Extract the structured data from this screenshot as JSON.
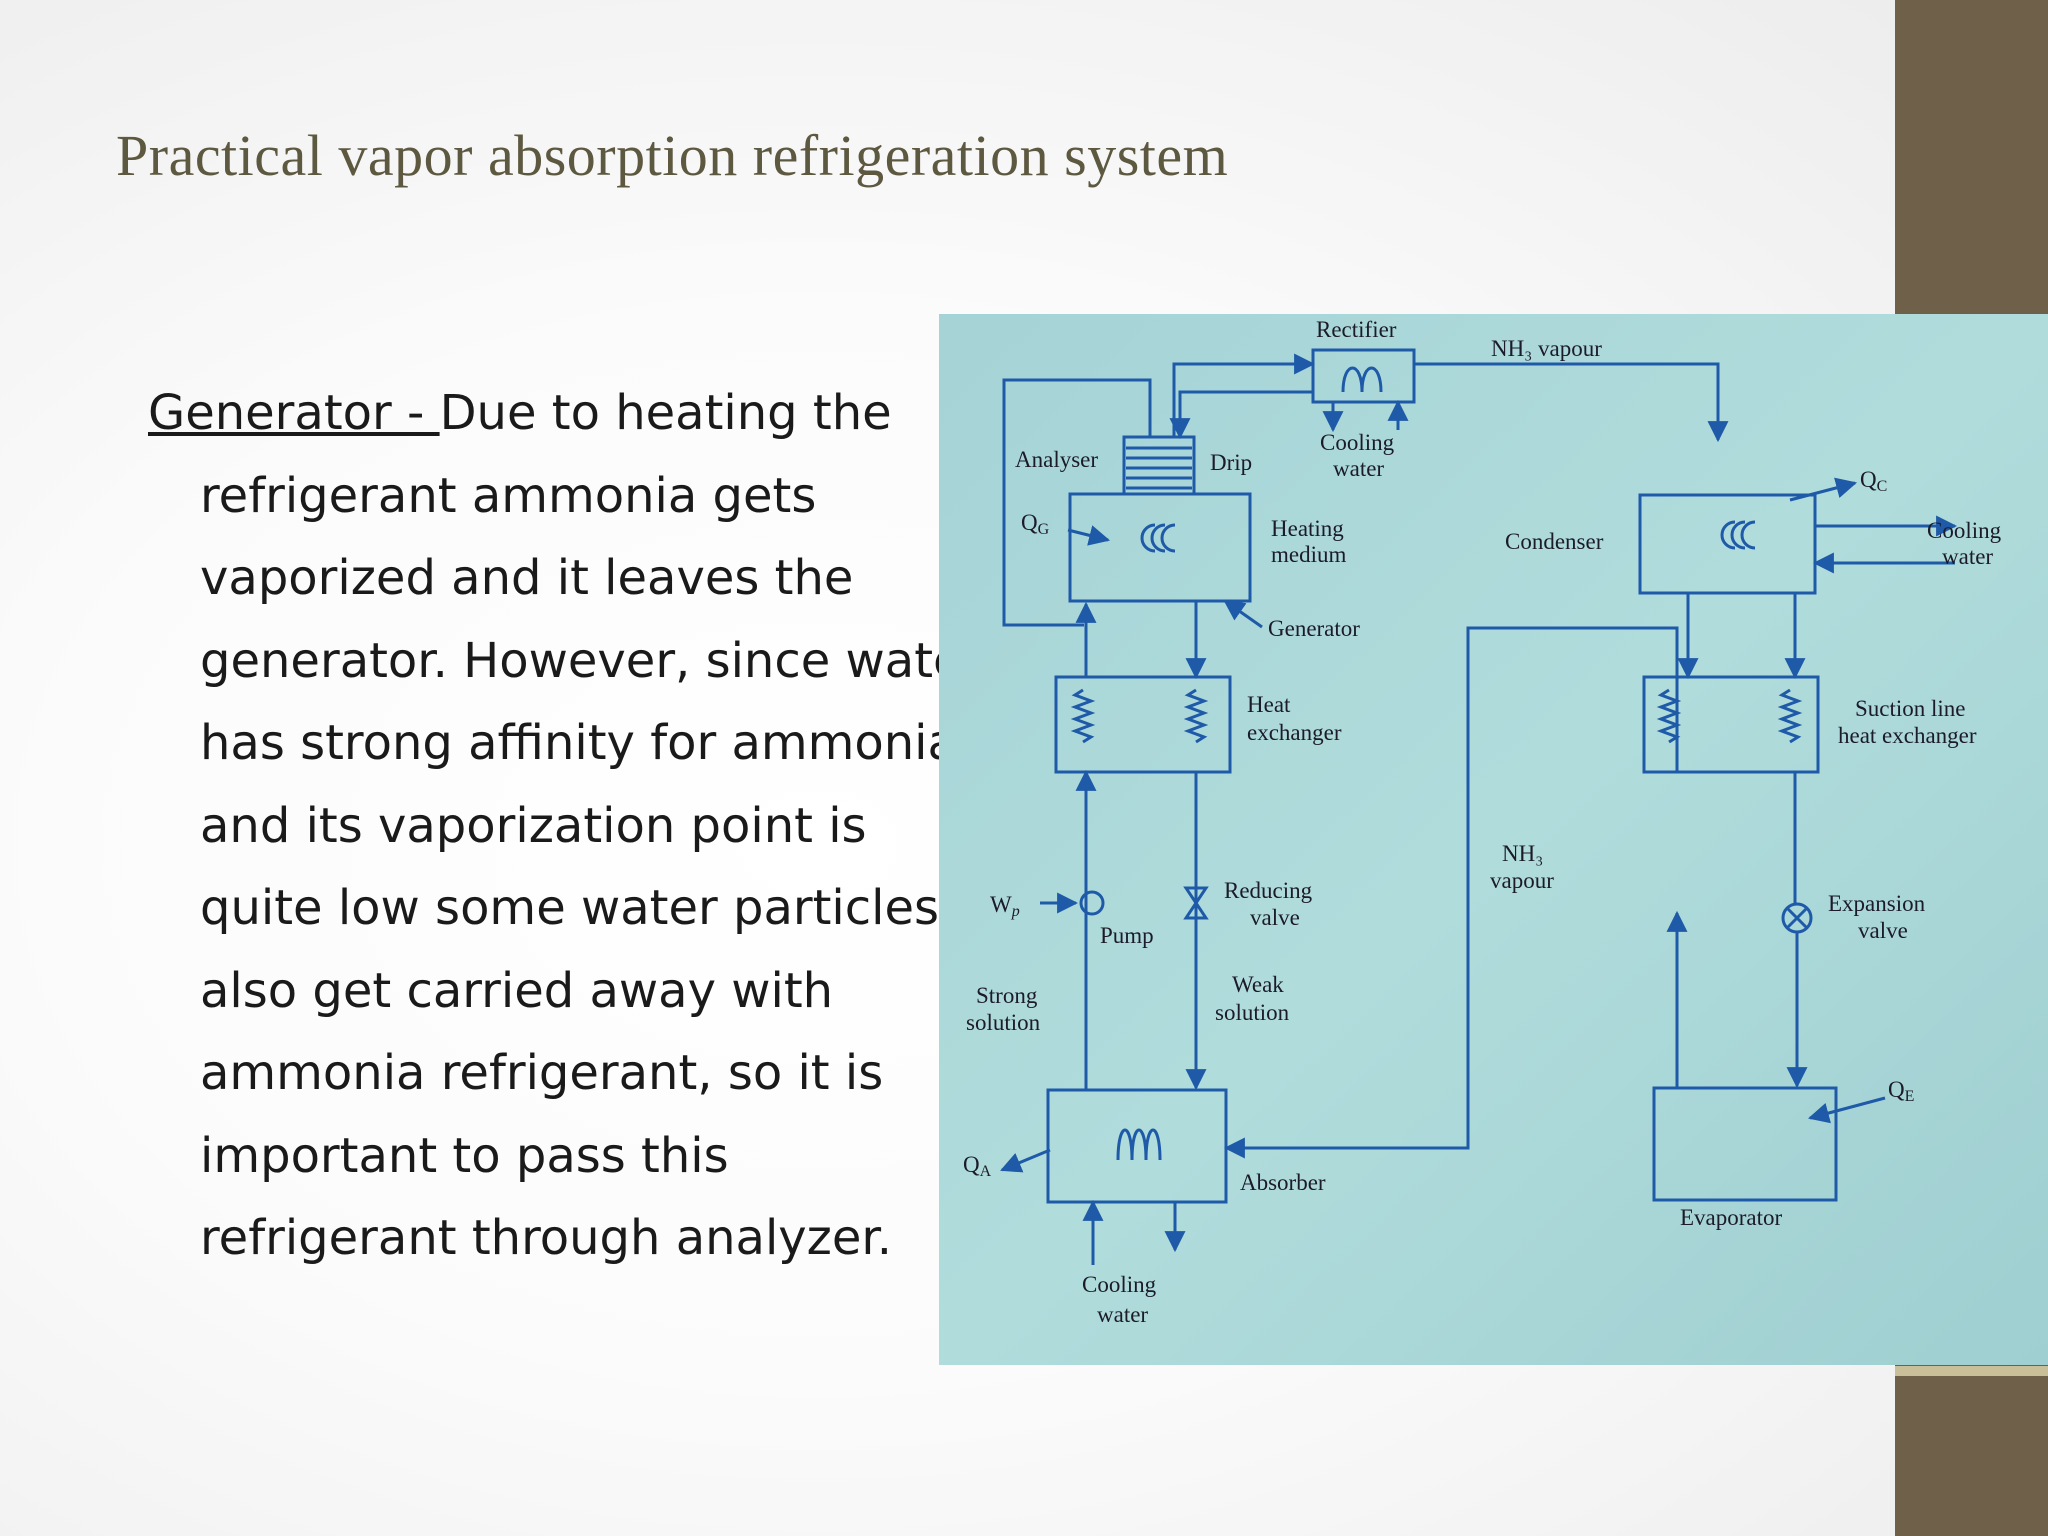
{
  "slide": {
    "title": "Practical vapor absorption refrigeration system",
    "paragraph": {
      "term": "Generator - ",
      "text": "Due to heating the refrigerant ammonia gets vaporized and it leaves the generator. However, since water has strong affinity for ammonia and its vaporization point is quite low some water particles also get carried away with ammonia refrigerant, so it is important to pass this refrigerant through analyzer."
    }
  },
  "diagram": {
    "labels": {
      "rectifier": "Rectifier",
      "nh3_vapour_top": "NH₃ vapour",
      "analyser": "Analyser",
      "drip": "Drip",
      "cooling_water_rectifier_1": "Cooling",
      "cooling_water_rectifier_2": "water",
      "qg": "Q",
      "qg_sub": "G",
      "heating_medium_1": "Heating",
      "heating_medium_2": "medium",
      "condenser": "Condenser",
      "qc": "Q",
      "qc_sub": "C",
      "cooling_water_condenser_1": "Cooling",
      "cooling_water_condenser_2": "water",
      "generator": "Generator",
      "heat_exchanger_1": "Heat",
      "heat_exchanger_2": "exchanger",
      "suction_hx_1": "Suction line",
      "suction_hx_2": "heat exchanger",
      "nh3_vapour_mid_1": "NH₃",
      "nh3_vapour_mid_2": "vapour",
      "wp": "W",
      "wp_sub": "p",
      "pump": "Pump",
      "reducing_valve_1": "Reducing",
      "reducing_valve_2": "valve",
      "expansion_valve_1": "Expansion",
      "expansion_valve_2": "valve",
      "strong_solution_1": "Strong",
      "strong_solution_2": "solution",
      "weak_solution_1": "Weak",
      "weak_solution_2": "solution",
      "qe": "Q",
      "qe_sub": "E",
      "qa": "Q",
      "qa_sub": "A",
      "absorber": "Absorber",
      "evaporator": "Evaporator",
      "cooling_water_absorber_1": "Cooling",
      "cooling_water_absorber_2": "water"
    },
    "colors": {
      "paper": "#a9d8d9",
      "ink": "#1e5aa8",
      "text": "#1b1b2a"
    }
  }
}
